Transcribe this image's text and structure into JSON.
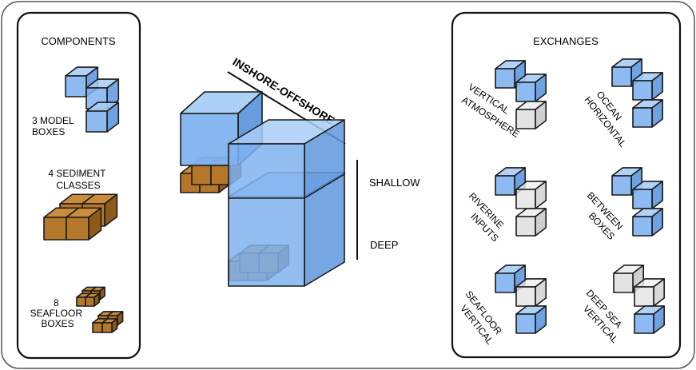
{
  "components": {
    "heading": "COMPONENTS",
    "model_boxes_label": [
      "3 MODEL",
      "BOXES"
    ],
    "sediment_label": [
      "4 SEDIMENT",
      "CLASSES"
    ],
    "seafloor_label": [
      "8",
      "SEAFLOOR",
      "BOXES"
    ]
  },
  "center": {
    "axis_label": "INSHORE-OFFSHORE",
    "shallow_label": "SHALLOW",
    "deep_label": "DEEP"
  },
  "exchanges": {
    "heading": "EXCHANGES",
    "vertical_atmosphere": [
      "VERTICAL",
      "ATMOSPHERE"
    ],
    "ocean_horizontal": [
      "OCEAN",
      "HORIZONTAL"
    ],
    "riverine_inputs": [
      "RIVERINE",
      "INPUTS"
    ],
    "between_boxes": [
      "BETWEEN",
      "BOXES"
    ],
    "seafloor_vertical": [
      "SEAFLOOR",
      "VERTICAL"
    ],
    "deep_sea_vertical": [
      "DEEP SEA",
      "VERTICAL"
    ]
  },
  "colors": {
    "water": "#7fb3f0",
    "water_side": "#5f98dd",
    "water_top": "#a9cdf6",
    "sediment": "#b5782a",
    "sediment_dark": "#8f5a17",
    "sediment_top": "#c98c3c",
    "gray": "#e3e3e3",
    "outline": "#1a1a1a"
  }
}
